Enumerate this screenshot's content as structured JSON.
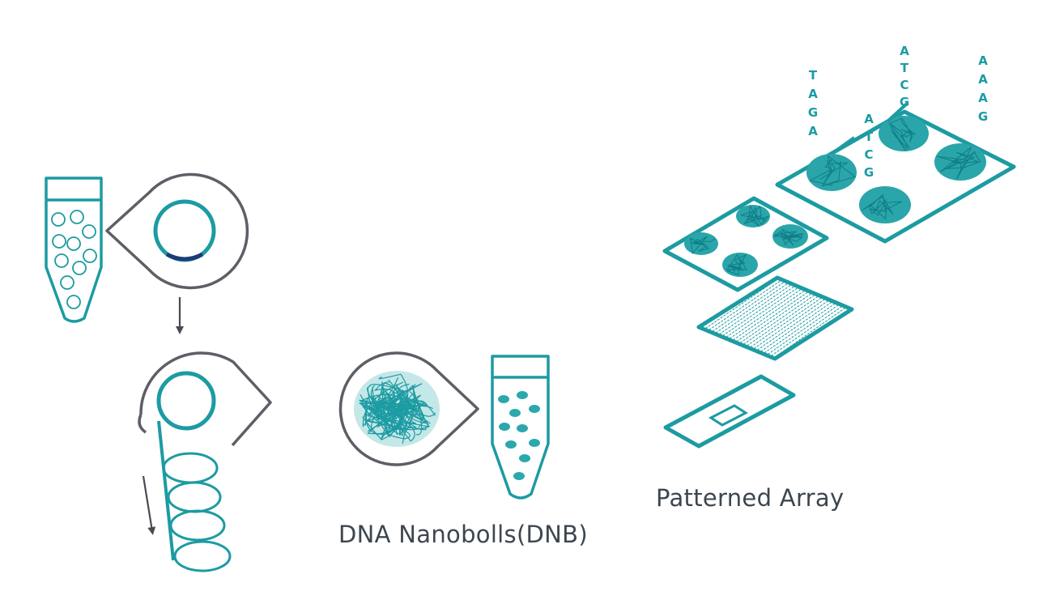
{
  "colors": {
    "teal": "#1c9ba2",
    "teal_dark": "#0f7e86",
    "gray_outline": "#5d5e66",
    "arrow": "#474a52",
    "dark_blue": "#1d3b78",
    "text": "#3d4650",
    "background": "#ffffff"
  },
  "labels": {
    "dnb": "DNA Nanobolls(DNB)",
    "array": "Patterned Array"
  },
  "sequences": [
    {
      "id": "seq-1",
      "letters": [
        "T",
        "A",
        "G",
        "A"
      ]
    },
    {
      "id": "seq-2",
      "letters": [
        "A",
        "T",
        "C",
        "G"
      ]
    },
    {
      "id": "seq-3",
      "letters": [
        "A",
        "T",
        "C",
        "G"
      ]
    },
    {
      "id": "seq-4",
      "letters": [
        "A",
        "A",
        "A",
        "G"
      ]
    }
  ],
  "icons": [
    "sample-tube-icon",
    "circular-dna-bubble-icon",
    "down-arrow-icon",
    "rolling-circle-amplification-icon",
    "dnb-bubble-icon",
    "dnb-tube-icon",
    "patterned-array-stack-icon"
  ]
}
